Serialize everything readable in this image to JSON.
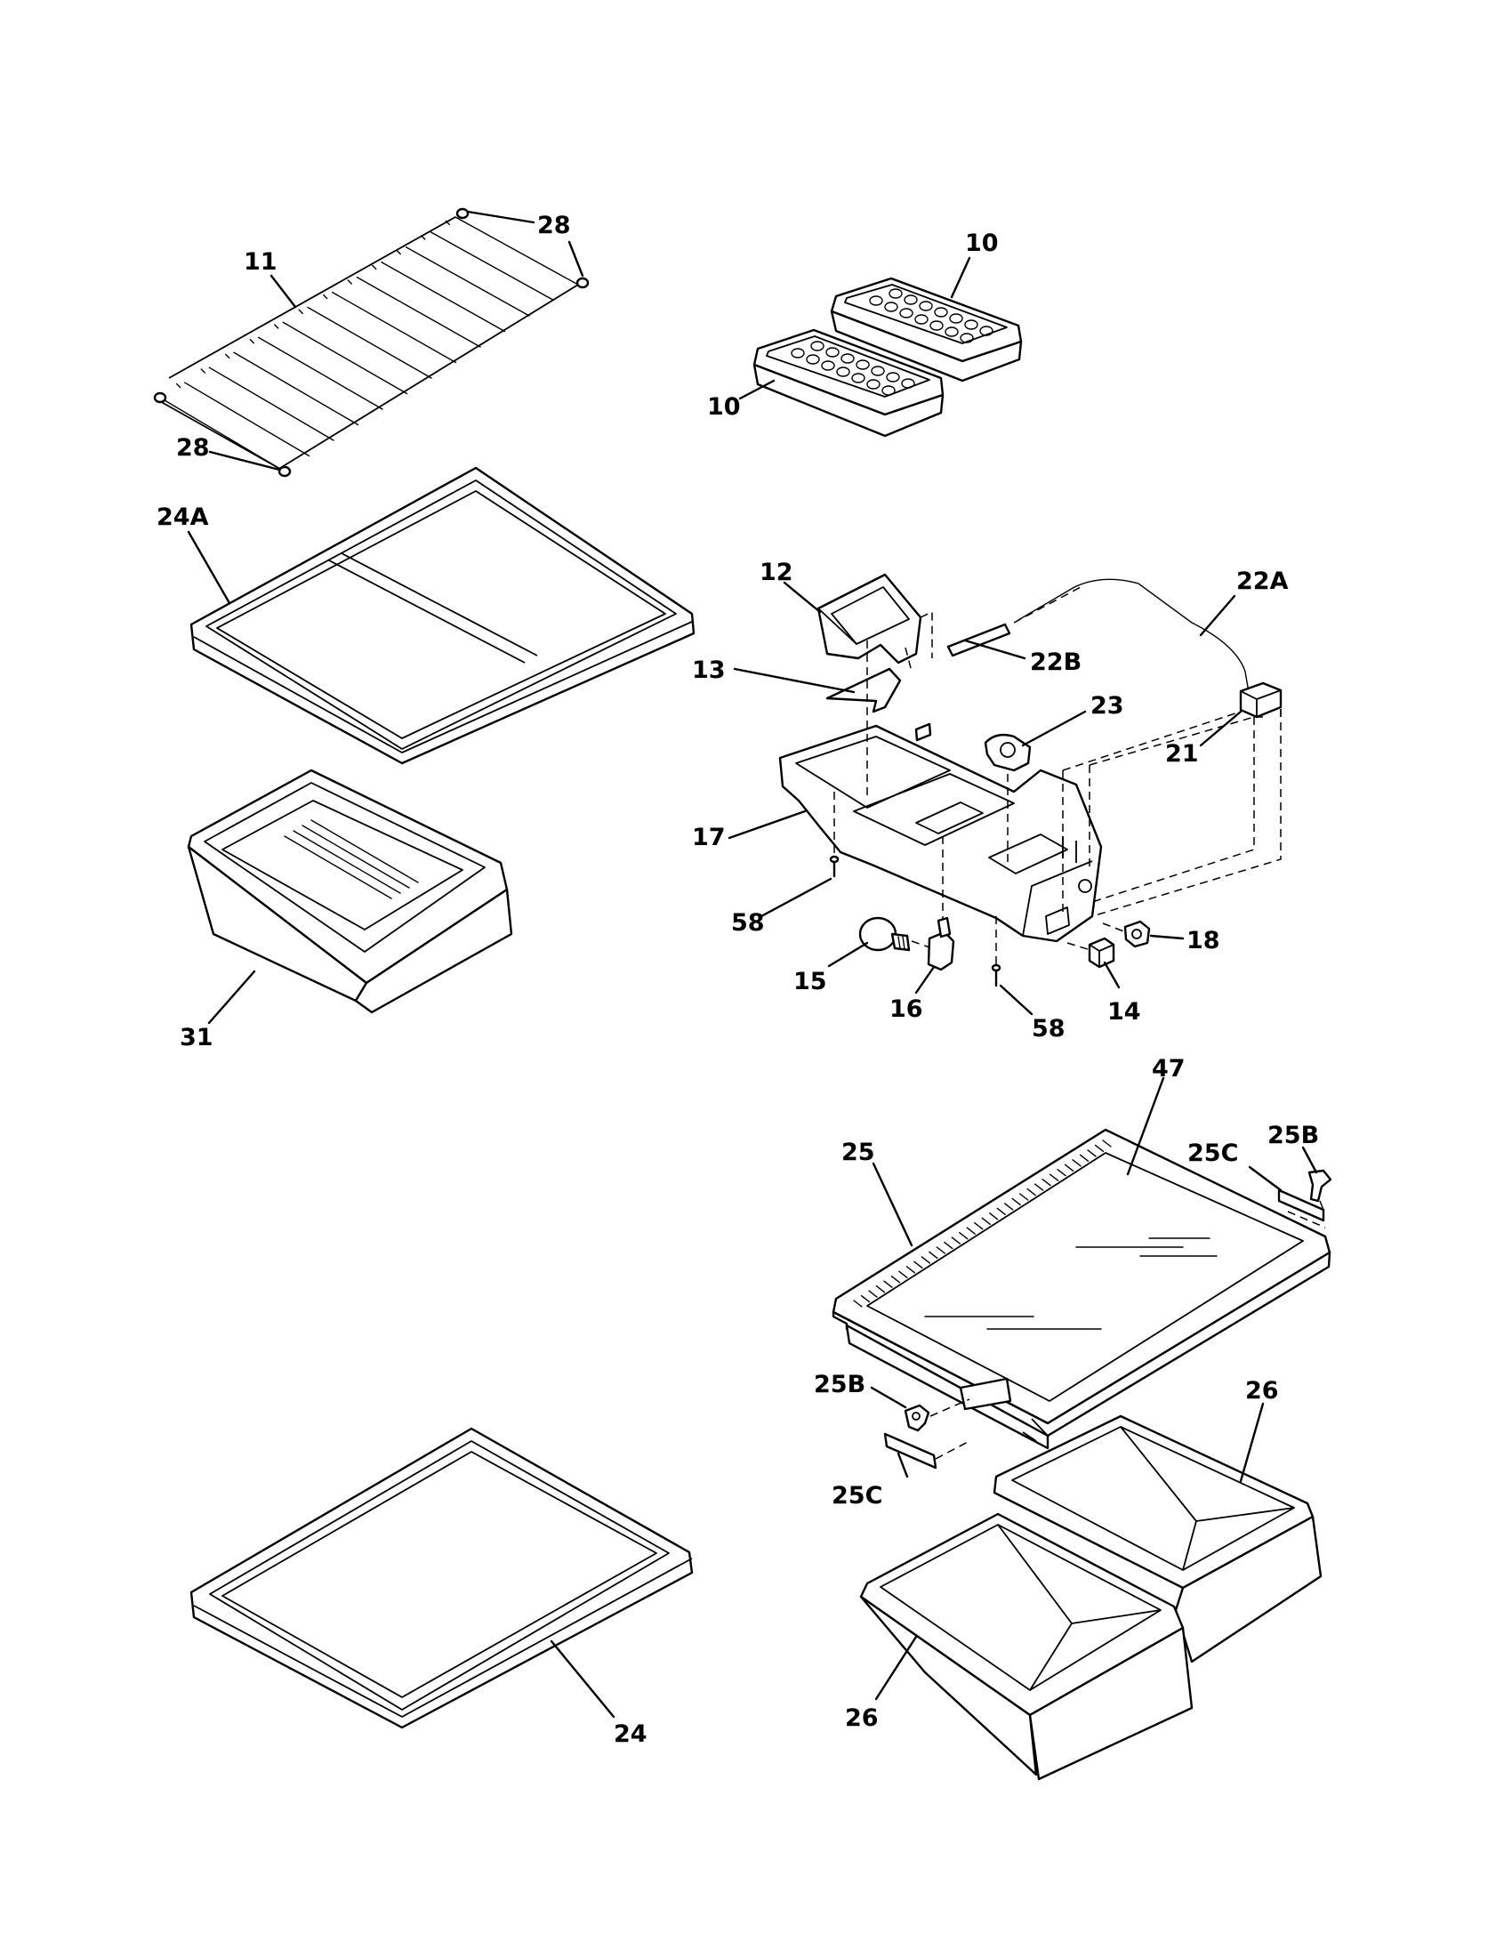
{
  "callouts": {
    "c28a": "28",
    "c11": "11",
    "c28b": "28",
    "c10a": "10",
    "c10b": "10",
    "c24A": "24A",
    "c12": "12",
    "c22A": "22A",
    "c22B": "22B",
    "c13": "13",
    "c23": "23",
    "c21": "21",
    "c17": "17",
    "c58a": "58",
    "c18": "18",
    "c15": "15",
    "c16": "16",
    "c58b": "58",
    "c14": "14",
    "c31": "31",
    "c47": "47",
    "c25B_top": "25B",
    "c25": "25",
    "c25C_top": "25C",
    "c25B_bot": "25B",
    "c26_top": "26",
    "c25C_bot": "25C",
    "c24": "24",
    "c26_bot": "26"
  }
}
